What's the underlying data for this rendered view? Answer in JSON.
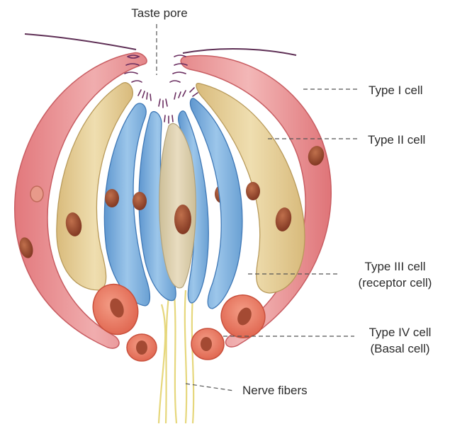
{
  "labels": {
    "taste_pore": "Taste pore",
    "type1": "Type I cell",
    "type2": "Type II cell",
    "type3_line1": "Type III cell",
    "type3_line2": "(receptor cell)",
    "type4_line1": "Type IV cell",
    "type4_line2": "(Basal cell)",
    "nerve": "Nerve fibers"
  },
  "colors": {
    "type1_cell": "#e4888a",
    "type2_cell": "#e3cd96",
    "type3_cell": "#7fb0dc",
    "type4_cell": "#e5725c",
    "central_cell": "#dccfb0",
    "nucleus": "#9a4a30",
    "microvilli": "#6a2e60",
    "nerve": "#e7dc8a",
    "leader_line": "#555555"
  }
}
